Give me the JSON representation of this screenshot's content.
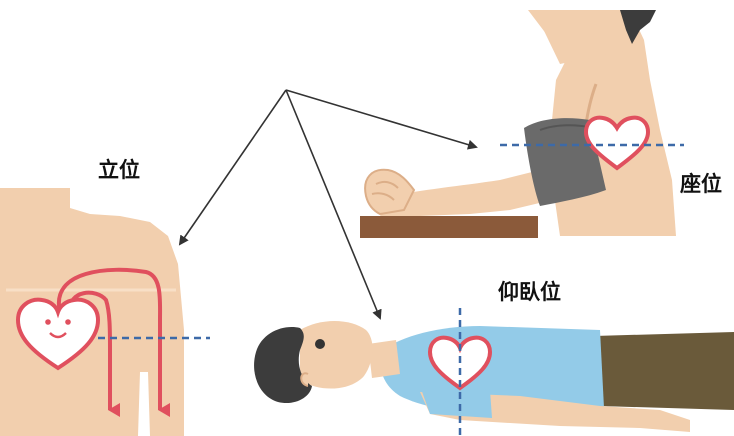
{
  "labels": {
    "standing": "立位",
    "sitting": "座位",
    "supine": "仰臥位"
  },
  "colors": {
    "skin": "#f2cfae",
    "skin_shadow": "#dcae88",
    "heart_stroke": "#e0505e",
    "heart_fill": "#ffffff",
    "dash_line": "#3d6aa8",
    "arrow": "#333333",
    "cuff": "#6a6a6a",
    "table": "#8b5a3a",
    "shirt": "#93cbe8",
    "pants": "#6a5a3a",
    "hair": "#3c3c3c",
    "heart_face": "#e0505e"
  },
  "figures": [
    {
      "id": "standing",
      "icon": "shoulder-body-silhouette"
    },
    {
      "id": "sitting",
      "icon": "arm-with-cuff"
    },
    {
      "id": "supine",
      "icon": "lying-person"
    }
  ]
}
